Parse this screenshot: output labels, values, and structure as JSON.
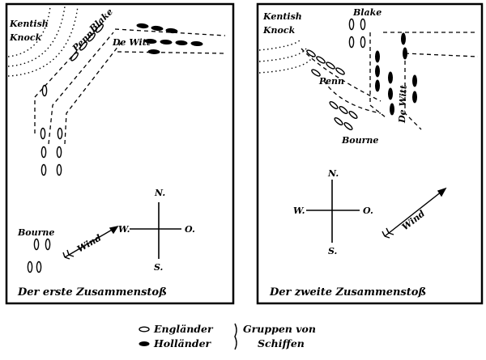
{
  "panel1": {
    "labels": {
      "kentish": "Kentish",
      "knock": "Knock",
      "penn": "Penn",
      "blake": "Blake",
      "dewitt": "De Witt",
      "bourne": "Bourne",
      "wind": "Wind"
    },
    "compass": {
      "north": "N.",
      "west": "W.",
      "east": "O.",
      "south": "S."
    },
    "caption": "Der erste Zusammenstoß"
  },
  "panel2": {
    "labels": {
      "kentish": "Kentish",
      "knock": "Knock",
      "blake": "Blake",
      "penn": "Penn",
      "dewitt": "De Witt",
      "bourne": "Bourne",
      "wind": "Wind"
    },
    "compass": {
      "north": "N.",
      "west": "W.",
      "east": "O.",
      "south": "S."
    },
    "caption": "Der zweite Zusammenstoß"
  },
  "legend": {
    "english": "Engländer",
    "dutch": "Holländer",
    "group_line1": "Gruppen von",
    "group_line2": "Schiffen"
  },
  "colors": {
    "ink": "#000000",
    "paper": "#ffffff"
  }
}
